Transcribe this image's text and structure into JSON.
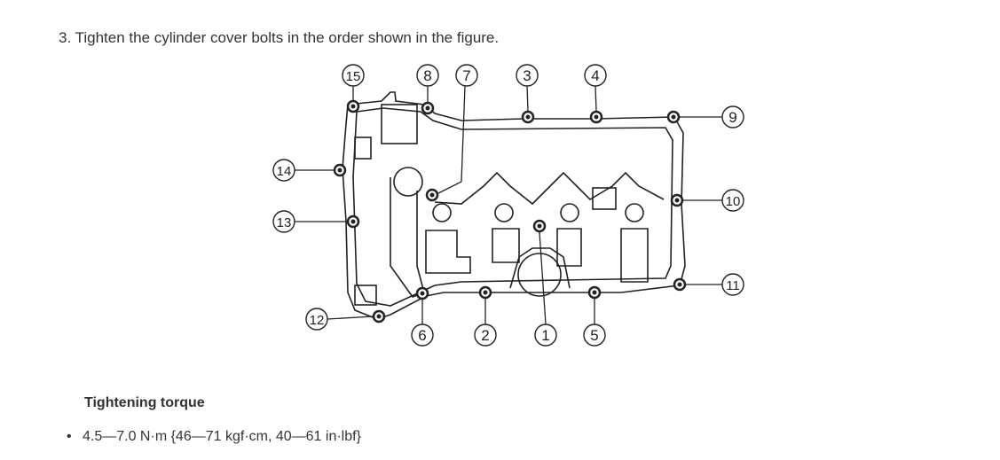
{
  "instruction": "3. Tighten the cylinder cover bolts in the order shown in the figure.",
  "figure": {
    "bolt_labels": [
      "1",
      "2",
      "3",
      "4",
      "5",
      "6",
      "7",
      "8",
      "9",
      "10",
      "11",
      "12",
      "13",
      "14",
      "15"
    ]
  },
  "torque": {
    "heading": "Tightening torque",
    "bullet": "•",
    "values": [
      "4.5—7.0 N·m {46—71 kgf·cm, 40—61 in·lbf}"
    ]
  }
}
